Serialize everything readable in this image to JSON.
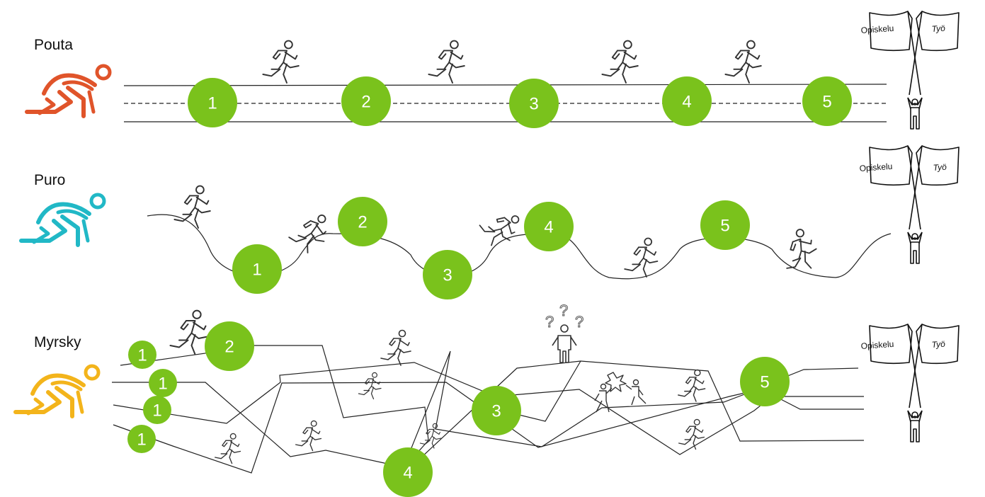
{
  "rows": [
    {
      "label": "Pouta",
      "color": "#e0542a"
    },
    {
      "label": "Puro",
      "color": "#21b8c6"
    },
    {
      "label": "Myrsky",
      "color": "#f3b41b"
    }
  ],
  "flags": {
    "left": "Opiskelu",
    "right": "Työ"
  },
  "milestone_color": "#7ac21c",
  "pouta": {
    "milestones": [
      "1",
      "2",
      "3",
      "4",
      "5"
    ]
  },
  "puro": {
    "milestones": [
      "1",
      "2",
      "3",
      "4",
      "5"
    ]
  },
  "myrsky": {
    "milestones": [
      "1",
      "1",
      "1",
      "1",
      "2",
      "3",
      "4",
      "5"
    ]
  },
  "icons": [
    "sprinter-start-icon",
    "runner-icon",
    "finish-person-icon",
    "confused-person-icon",
    "fight-icon"
  ]
}
